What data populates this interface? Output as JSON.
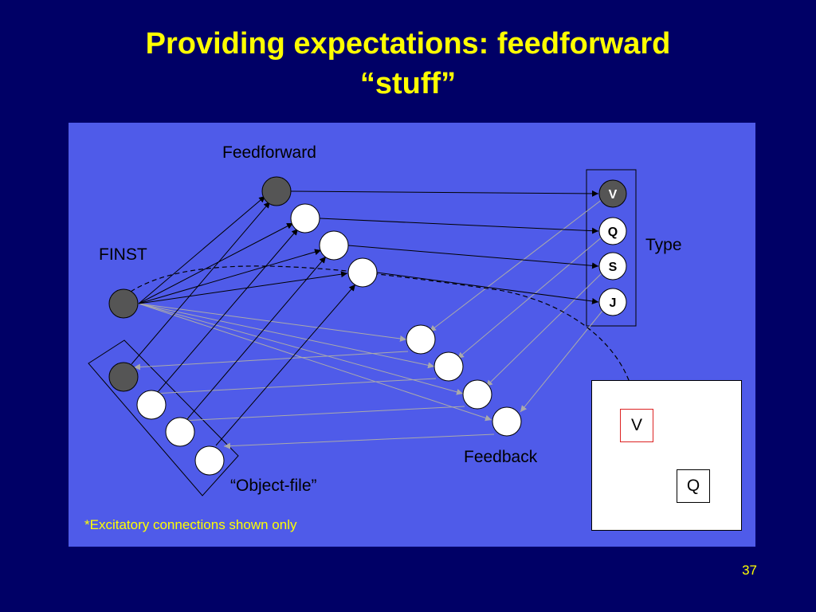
{
  "slide": {
    "title_line1": "Providing expectations: feedforward",
    "title_line2": "“stuff”",
    "page_number": "37"
  },
  "diagram": {
    "labels": {
      "feedforward": "Feedforward",
      "finst": "FINST",
      "type": "Type",
      "object_file": "“Object-file”",
      "feedback": "Feedback"
    },
    "type_units": [
      "V",
      "Q",
      "S",
      "J"
    ],
    "note": "*Excitatory connections shown only",
    "items": {
      "target": "V",
      "other": "Q"
    },
    "colors": {
      "background": "#000066",
      "panel": "#4f5be9",
      "title": "#ffff00",
      "active_node": "#555555",
      "inactive_node": "#ffffff",
      "feedback_line": "#aaaaaa",
      "target_border": "#dd2222"
    }
  }
}
